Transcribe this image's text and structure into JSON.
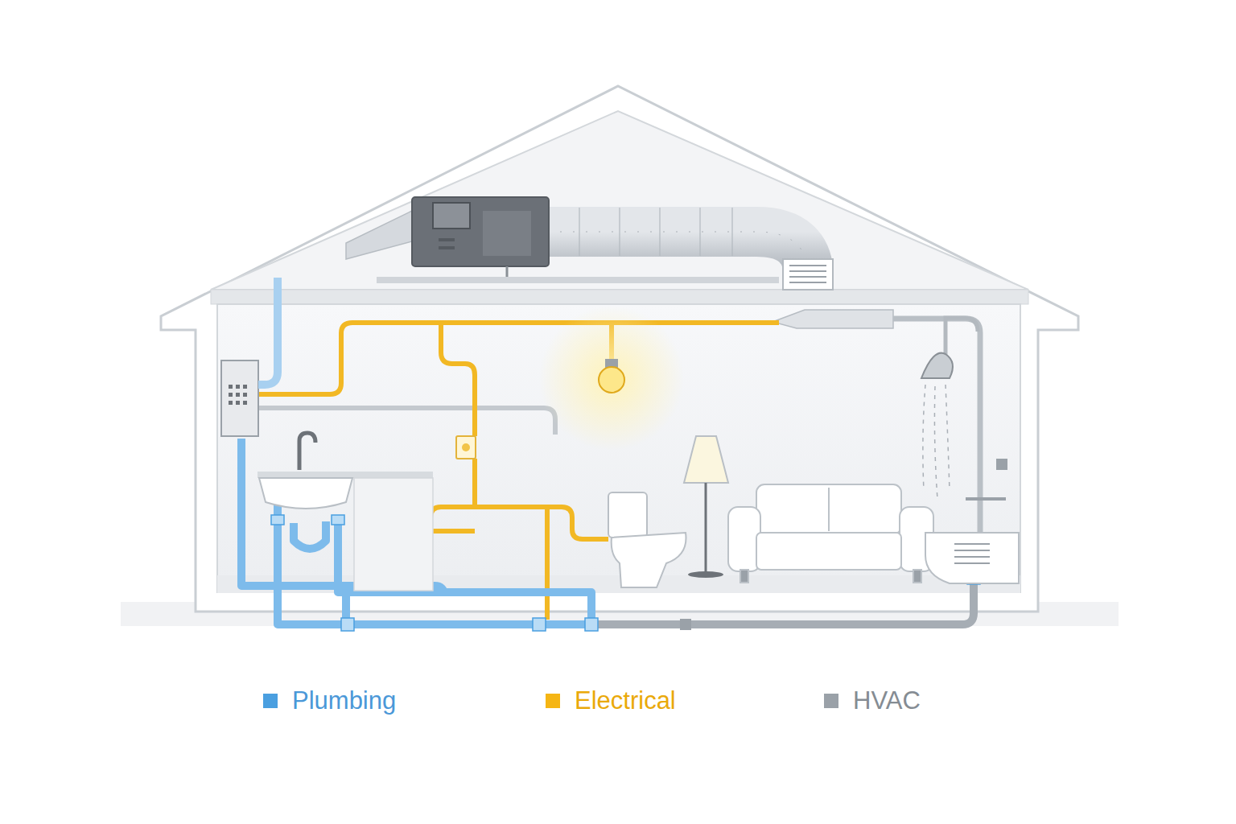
{
  "diagram": {
    "legend": [
      {
        "text": "Plumbing",
        "color": "#4a9fe0"
      },
      {
        "text": "Electrical",
        "color": "#f5b514"
      },
      {
        "text": "HVAC",
        "color": "#9aa1a8"
      }
    ]
  }
}
